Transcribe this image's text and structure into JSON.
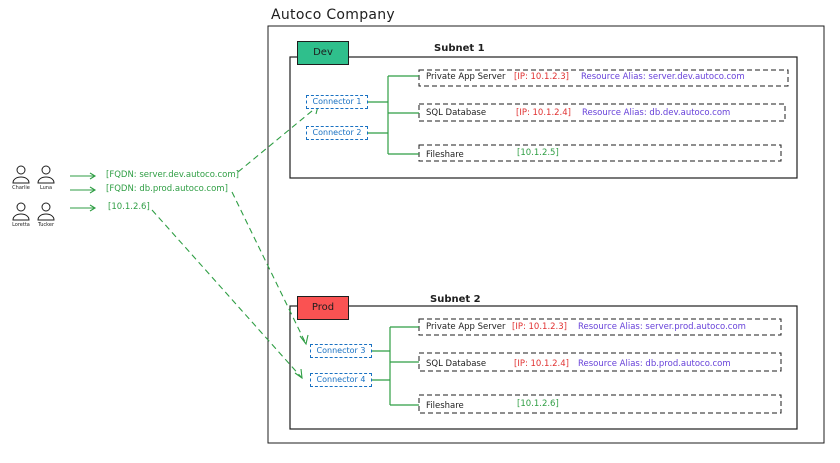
{
  "company": {
    "title": "Autoco Company"
  },
  "users": [
    "Charlie",
    "Luna",
    "Loretta",
    "Tucker"
  ],
  "requests": [
    "[FQDN: server.dev.autoco.com]",
    "[FQDN: db.prod.autoco.com]",
    "[10.1.2.6]"
  ],
  "subnets": [
    {
      "title": "Subnet 1",
      "env": {
        "label": "Dev",
        "color": "#2fbf8c"
      },
      "connectors": [
        "Connector 1",
        "Connector 2"
      ],
      "resources": [
        {
          "name": "Private App Server",
          "ip": "[IP: 10.1.2.3]",
          "alias": "Resource Alias: server.dev.autoco.com"
        },
        {
          "name": "SQL Database",
          "ip": "[IP: 10.1.2.4]",
          "alias": "Resource Alias: db.dev.autoco.com"
        },
        {
          "name": "Fileshare",
          "ip_plain": "[10.1.2.5]"
        }
      ]
    },
    {
      "title": "Subnet 2",
      "env": {
        "label": "Prod",
        "color": "#fa5252"
      },
      "connectors": [
        "Connector 3",
        "Connector 4"
      ],
      "resources": [
        {
          "name": "Private App Server",
          "ip": "[IP: 10.1.2.3]",
          "alias": "Resource Alias: server.prod.autoco.com"
        },
        {
          "name": "SQL Database",
          "ip": "[IP: 10.1.2.4]",
          "alias": "Resource Alias: db.prod.autoco.com"
        },
        {
          "name": "Fileshare",
          "ip_plain": "[10.1.2.6]"
        }
      ]
    }
  ],
  "colors": {
    "line": "#2f9e44",
    "connector": "#1971c2",
    "border": "#1e1e1e"
  }
}
